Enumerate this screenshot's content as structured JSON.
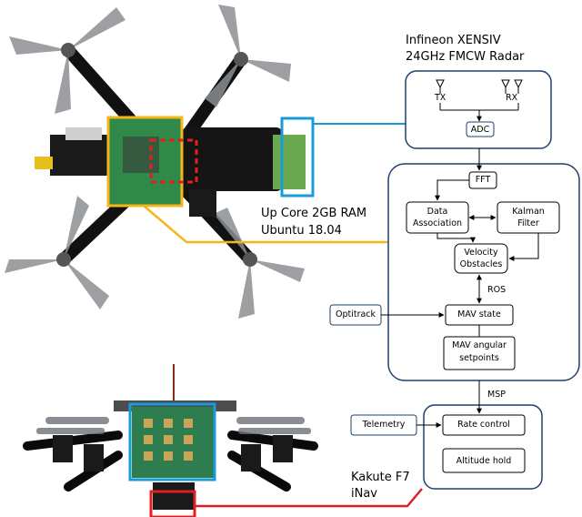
{
  "radar": {
    "title_line1": "Infineon XENSIV",
    "title_line2": "24GHz FMCW Radar",
    "tx": "TX",
    "rx": "RX",
    "adc": "ADC"
  },
  "compute": {
    "title_line1": "Up Core 2GB RAM",
    "title_line2": "Ubuntu 18.04",
    "fft": "FFT",
    "data_association_line1": "Data",
    "data_association_line2": "Association",
    "kalman_line1": "Kalman",
    "kalman_line2": "Filter",
    "velocity_line1": "Velocity",
    "velocity_line2": "Obstacles",
    "ros": "ROS",
    "mav_state": "MAV state",
    "mav_angular_line1": "MAV angular",
    "mav_angular_line2": "setpoints",
    "optitrack": "Optitrack"
  },
  "flight_controller": {
    "msp": "MSP",
    "title_line1": "Kakute F7",
    "title_line2": "iNav",
    "telemetry": "Telemetry",
    "rate_control": "Rate control",
    "altitude_hold": "Altitude hold"
  },
  "colors": {
    "panel_border": "#1f3f6e",
    "highlight_yellow": "#f5b51b",
    "highlight_blue": "#1a9bd7",
    "highlight_red": "#e02020",
    "pcb_green": "#2f8a4a",
    "frame_black": "#111111",
    "prop_grey": "#8c8f93"
  }
}
